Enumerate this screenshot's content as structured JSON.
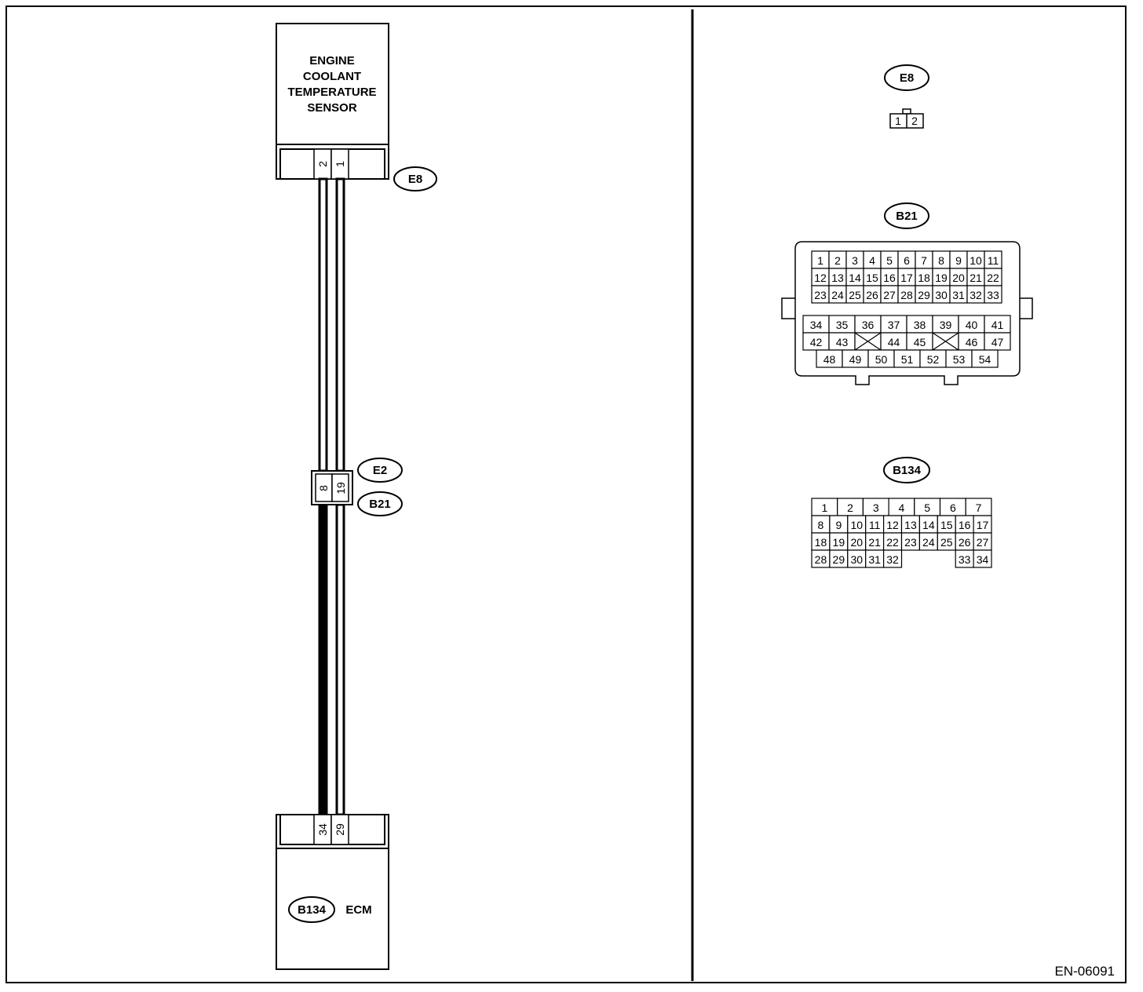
{
  "sensor": {
    "lines": [
      "ENGINE",
      "COOLANT",
      "TEMPERATURE",
      "SENSOR"
    ],
    "pins": [
      "2",
      "1"
    ]
  },
  "ecm": {
    "connector": "B134",
    "name": "ECM",
    "pins": [
      "34",
      "29"
    ]
  },
  "joint": {
    "pins": [
      "8",
      "19"
    ]
  },
  "labels": {
    "e8": "E8",
    "e2": "E2",
    "b21": "B21",
    "b134": "B134"
  },
  "connectors": {
    "e8": {
      "id": "E8",
      "pins": [
        "1",
        "2"
      ]
    },
    "b21": {
      "id": "B21",
      "upper_rows": [
        [
          "1",
          "2",
          "3",
          "4",
          "5",
          "6",
          "7",
          "8",
          "9",
          "10",
          "11"
        ],
        [
          "12",
          "13",
          "14",
          "15",
          "16",
          "17",
          "18",
          "19",
          "20",
          "21",
          "22"
        ],
        [
          "23",
          "24",
          "25",
          "26",
          "27",
          "28",
          "29",
          "30",
          "31",
          "32",
          "33"
        ]
      ],
      "lower_row1": [
        "34",
        "35",
        "36",
        "37",
        "38",
        "39",
        "40",
        "41"
      ],
      "lower_row2": [
        "42",
        "43",
        "",
        "44",
        "45",
        "",
        "46",
        "47"
      ],
      "lower_row3": [
        "48",
        "49",
        "50",
        "51",
        "52",
        "53",
        "54"
      ]
    },
    "b134": {
      "id": "B134",
      "top_row": [
        "1",
        "2",
        "3",
        "4",
        "5",
        "6",
        "7"
      ],
      "rows": [
        [
          "8",
          "9",
          "10",
          "11",
          "12",
          "13",
          "14",
          "15",
          "16",
          "17"
        ],
        [
          "18",
          "19",
          "20",
          "21",
          "22",
          "23",
          "24",
          "25",
          "26",
          "27"
        ],
        [
          "28",
          "29",
          "30",
          "31",
          "32",
          "",
          "",
          "",
          "33",
          "34"
        ]
      ]
    }
  },
  "figure_code": "EN-06091"
}
